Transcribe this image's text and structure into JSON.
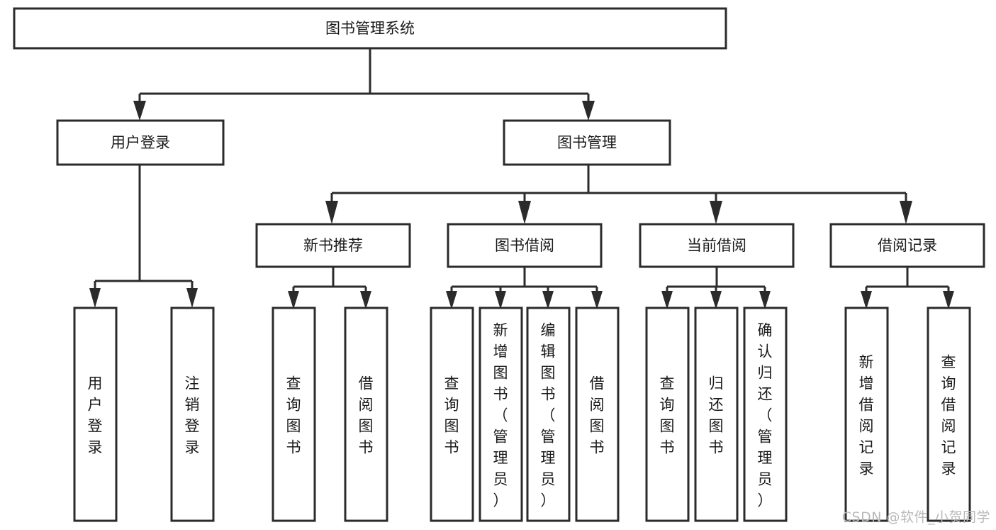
{
  "diagram": {
    "title": "图书管理系统",
    "type": "tree",
    "watermark": "CSDN @软件_小贺同学",
    "colors": {
      "stroke": "#2b2b2b",
      "fill": "#ffffff",
      "text": "#1a1a1a",
      "watermark": "#b9b9b9",
      "background": "#ffffff"
    },
    "root": {
      "label": "图书管理系统"
    },
    "level1": [
      {
        "label": "用户登录"
      },
      {
        "label": "图书管理"
      }
    ],
    "level2": [
      {
        "label": "新书推荐"
      },
      {
        "label": "图书借阅"
      },
      {
        "label": "当前借阅"
      },
      {
        "label": "借阅记录"
      }
    ],
    "leaves": {
      "user_login": [
        {
          "label": "用户登录"
        },
        {
          "label": "注销登录"
        }
      ],
      "new_book_recommend": [
        {
          "label": "查询图书"
        },
        {
          "label": "借阅图书"
        }
      ],
      "book_borrow": [
        {
          "label": "查询图书"
        },
        {
          "label": "新增图书（管理员）"
        },
        {
          "label": "编辑图书（管理员）"
        },
        {
          "label": "借阅图书"
        }
      ],
      "current_borrow": [
        {
          "label": "查询图书"
        },
        {
          "label": "归还图书"
        },
        {
          "label": "确认归还（管理员）"
        }
      ],
      "borrow_record": [
        {
          "label": "新增借阅记录"
        },
        {
          "label": "查询借阅记录"
        }
      ]
    }
  }
}
